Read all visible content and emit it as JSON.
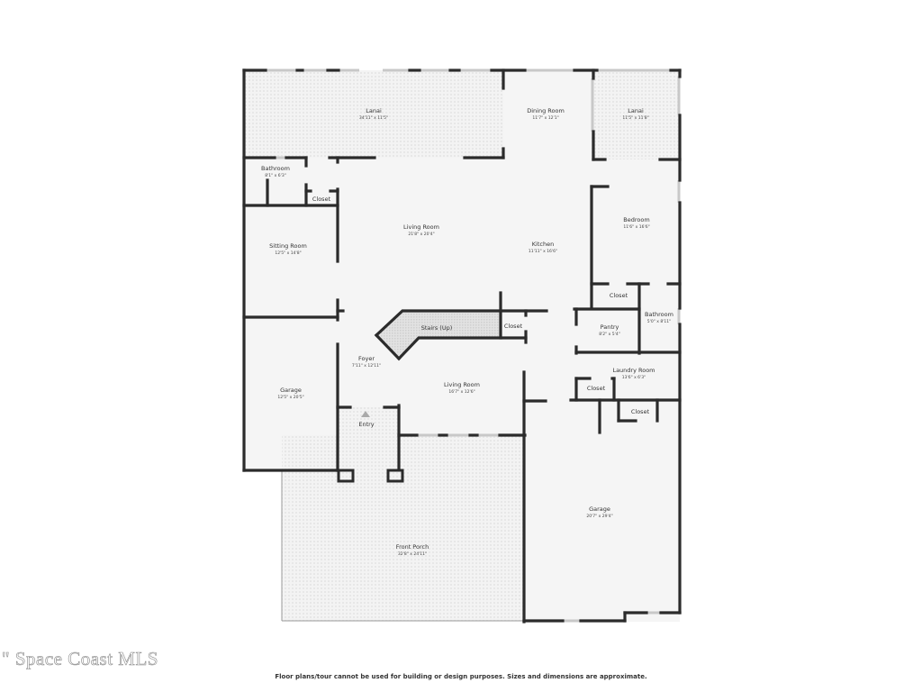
{
  "rooms": {
    "lanai_main": {
      "name": "Lanai",
      "dims": "34'11\" x 11'5\""
    },
    "dining_room": {
      "name": "Dining Room",
      "dims": "11'7\" x 12'1\""
    },
    "lanai_small": {
      "name": "Lanai",
      "dims": "11'5\" x 11'8\""
    },
    "bathroom_left": {
      "name": "Bathroom",
      "dims": "8'1\" x 6'3\""
    },
    "closet_left": {
      "name": "Closet"
    },
    "living_room_main": {
      "name": "Living Room",
      "dims": "21'8\" x 20'4\""
    },
    "kitchen": {
      "name": "Kitchen",
      "dims": "11'11\" x 16'6\""
    },
    "bedroom": {
      "name": "Bedroom",
      "dims": "11'6\" x 16'6\""
    },
    "sitting_room": {
      "name": "Sitting Room",
      "dims": "12'5\" x 14'8\""
    },
    "closet_bedroom": {
      "name": "Closet"
    },
    "bathroom_right": {
      "name": "Bathroom",
      "dims": "5'0\" x 8'11\""
    },
    "stairs": {
      "name": "Stairs (Up)"
    },
    "closet_stairs": {
      "name": "Closet"
    },
    "pantry": {
      "name": "Pantry",
      "dims": "8'2\" x 5'4\""
    },
    "foyer": {
      "name": "Foyer",
      "dims": "7'11\" x 12'11\""
    },
    "laundry_room": {
      "name": "Laundry Room",
      "dims": "13'6\" x 6'3\""
    },
    "garage_left": {
      "name": "Garage",
      "dims": "12'5\" x 20'5\""
    },
    "living_room_second": {
      "name": "Living Room",
      "dims": "16'7\" x 12'6\""
    },
    "closet_laundry": {
      "name": "Closet"
    },
    "closet_laundry_2": {
      "name": "Closet"
    },
    "entry": {
      "name": "Entry"
    },
    "garage_right": {
      "name": "Garage",
      "dims": "20'7\" x 29'4\""
    },
    "front_porch": {
      "name": "Front Porch",
      "dims": "32'8\" x 24'11\""
    }
  },
  "footer": {
    "watermark": "\" Space Coast MLS",
    "disclaimer": "Floor plans/tour cannot be used for building or design purposes. Sizes and dimensions are approximate."
  },
  "colors": {
    "floor": "#f5f5f5",
    "wall": "#2b2b2b",
    "window": "#c8c8c8",
    "exterior_pattern": "#e6e6e6"
  }
}
